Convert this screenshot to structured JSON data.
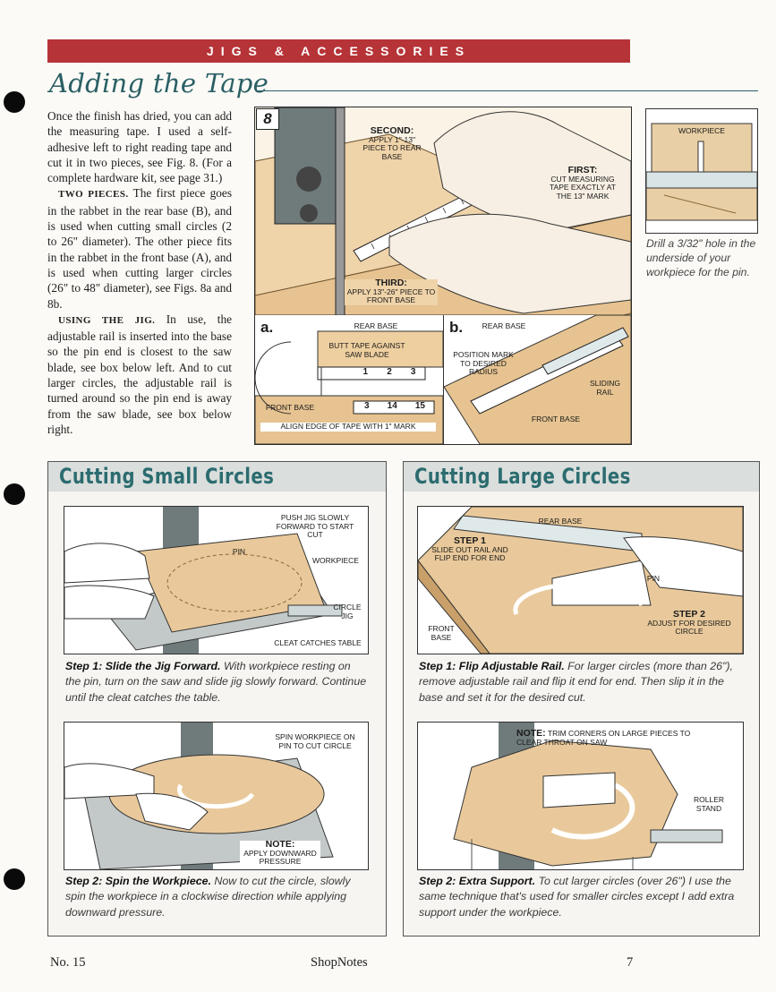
{
  "header": {
    "section": "JIGS & ACCESSORIES",
    "title": "Adding the Tape"
  },
  "body": {
    "intro": "Once the finish has dried, you can add the measuring tape. I used a self-adhesive left to right reading tape and cut it in two pieces, see Fig. 8. (For a complete hardware kit, see page 31.)",
    "p2_runin": "TWO PIECES.",
    "p2": " The first piece goes in the rabbet in the rear base (B), and is used when cutting small circles (2 to 26\" diameter). The other piece fits in the rabbet in the front base (A), and is used when cutting larger circles (26\" to 48\" diameter), see Figs. 8a and 8b.",
    "p3_runin": "USING THE JIG.",
    "p3": " In use, the adjustable rail is inserted into the base so the pin end is closest to the saw blade, see box below left. And to cut larger circles, the adjustable rail is turned around so the pin end is away from the saw blade, see box below right."
  },
  "fig8": {
    "number": "8",
    "second_title": "SECOND:",
    "second_text": "APPLY 1\"-13\" PIECE TO REAR BASE",
    "first_title": "FIRST:",
    "first_text": "CUT MEASURING TAPE EXACTLY AT THE 13\" MARK",
    "third_title": "THIRD:",
    "third_text": "APPLY 13\"-26\" PIECE TO FRONT BASE"
  },
  "fig8a": {
    "letter": "a.",
    "rear_base": "REAR BASE",
    "butt": "BUTT TAPE AGAINST SAW BLADE",
    "front_base": "FRONT BASE",
    "align": "ALIGN EDGE OF TAPE WITH 1\" MARK",
    "ticks_top": [
      "1",
      "2",
      "3"
    ],
    "ticks_bottom": [
      "3",
      "14",
      "15"
    ]
  },
  "fig8b": {
    "letter": "b.",
    "rear_base": "REAR BASE",
    "position": "POSITION MARK TO DESIRED RADIUS",
    "sliding": "SLIDING RAIL",
    "front_base": "FRONT BASE"
  },
  "side": {
    "workpiece": "WORKPIECE",
    "caption_a": "Drill a ",
    "caption_frac": "3/32",
    "caption_b": "\" hole in the underside of your workpiece for the pin."
  },
  "small": {
    "title": "Cutting Small Circles",
    "s1_labels": {
      "push": "PUSH JIG SLOWLY FORWARD TO START CUT",
      "pin": "PIN",
      "workpiece": "WORKPIECE",
      "circle": "CIRCLE JIG",
      "cleat": "CLEAT CATCHES TABLE"
    },
    "s1_lead": "Step 1: Slide the Jig Forward.",
    "s1_text": " With workpiece resting on the pin, turn on the saw and slide jig slowly forward. Continue until the cleat catches the table.",
    "s2_labels": {
      "spin": "SPIN WORKPIECE ON PIN TO CUT CIRCLE",
      "note": "NOTE:",
      "note_text": "APPLY DOWNWARD PRESSURE"
    },
    "s2_lead": "Step 2: Spin the Workpiece.",
    "s2_text": " Now to cut the circle, slowly spin the workpiece in a clockwise direction while applying downward pressure."
  },
  "large": {
    "title": "Cutting Large Circles",
    "s1_labels": {
      "rear": "REAR BASE",
      "step1": "STEP 1",
      "step1_text": "SLIDE OUT RAIL AND FLIP END FOR END",
      "pin": "PIN",
      "front": "FRONT BASE",
      "step2": "STEP 2",
      "step2_text": "ADJUST FOR DESIRED CIRCLE"
    },
    "s1_lead": "Step 1: Flip Adjustable Rail.",
    "s1_text": " For larger circles (more than 26\"), remove adjustable rail and flip it end for end. Then slip it in the base and set it for the desired cut.",
    "s2_labels": {
      "note": "NOTE:",
      "note_text": "TRIM CORNERS ON LARGE PIECES TO CLEAR THROAT ON SAW",
      "roller": "ROLLER STAND"
    },
    "s2_lead": "Step 2: Extra Support.",
    "s2_text": " To cut larger circles (over 26\") I use the same technique that's used for smaller circles except I add extra support under the workpiece."
  },
  "footer": {
    "issue": "No. 15",
    "magazine": "ShopNotes",
    "page": "7"
  },
  "colors": {
    "banner": "#b63337",
    "title": "#2a5f64",
    "box_title": "#2b6c70",
    "wood": "#e9c99b"
  }
}
